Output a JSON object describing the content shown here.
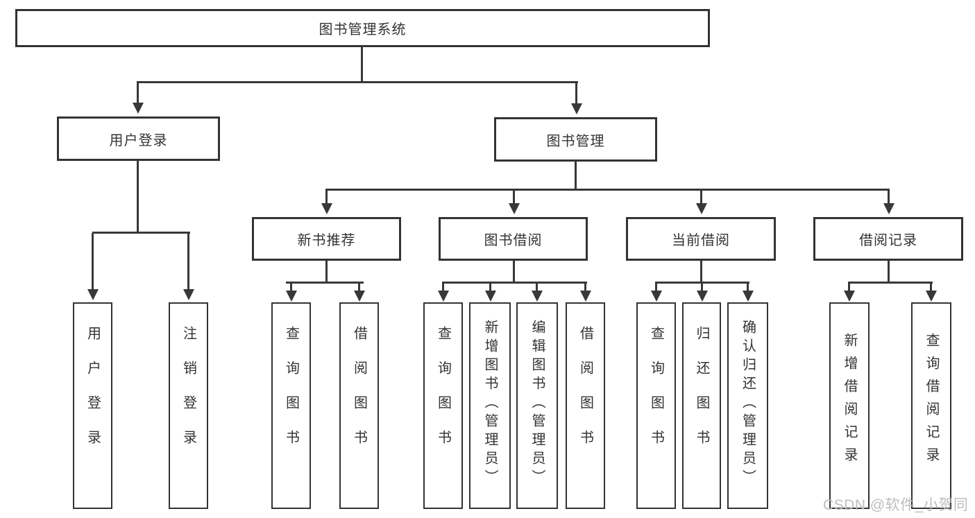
{
  "tree": {
    "root": {
      "label": "图书管理系统"
    },
    "branches": [
      {
        "label": "用户登录",
        "children": [
          {
            "label": "用户登录"
          },
          {
            "label": "注销登录"
          }
        ]
      },
      {
        "label": "图书管理",
        "children": [
          {
            "label": "新书推荐",
            "children": [
              {
                "label": "查询图书"
              },
              {
                "label": "借阅图书"
              }
            ]
          },
          {
            "label": "图书借阅",
            "children": [
              {
                "label": "查询图书"
              },
              {
                "label": "新增图书（管理员）"
              },
              {
                "label": "编辑图书（管理员）"
              },
              {
                "label": "借阅图书"
              }
            ]
          },
          {
            "label": "当前借阅",
            "children": [
              {
                "label": "查询图书"
              },
              {
                "label": "归还图书"
              },
              {
                "label": "确认归还（管理员）"
              }
            ]
          },
          {
            "label": "借阅记录",
            "children": [
              {
                "label": "新增借阅记录"
              },
              {
                "label": "查询借阅记录"
              }
            ]
          }
        ]
      }
    ]
  },
  "watermark": {
    "text": "CSDN @软件_小贺同学",
    "color": "#bdbdbd"
  },
  "colors": {
    "line": "#383838",
    "box_border": "#333333",
    "text": "#333333",
    "background": "#ffffff"
  }
}
